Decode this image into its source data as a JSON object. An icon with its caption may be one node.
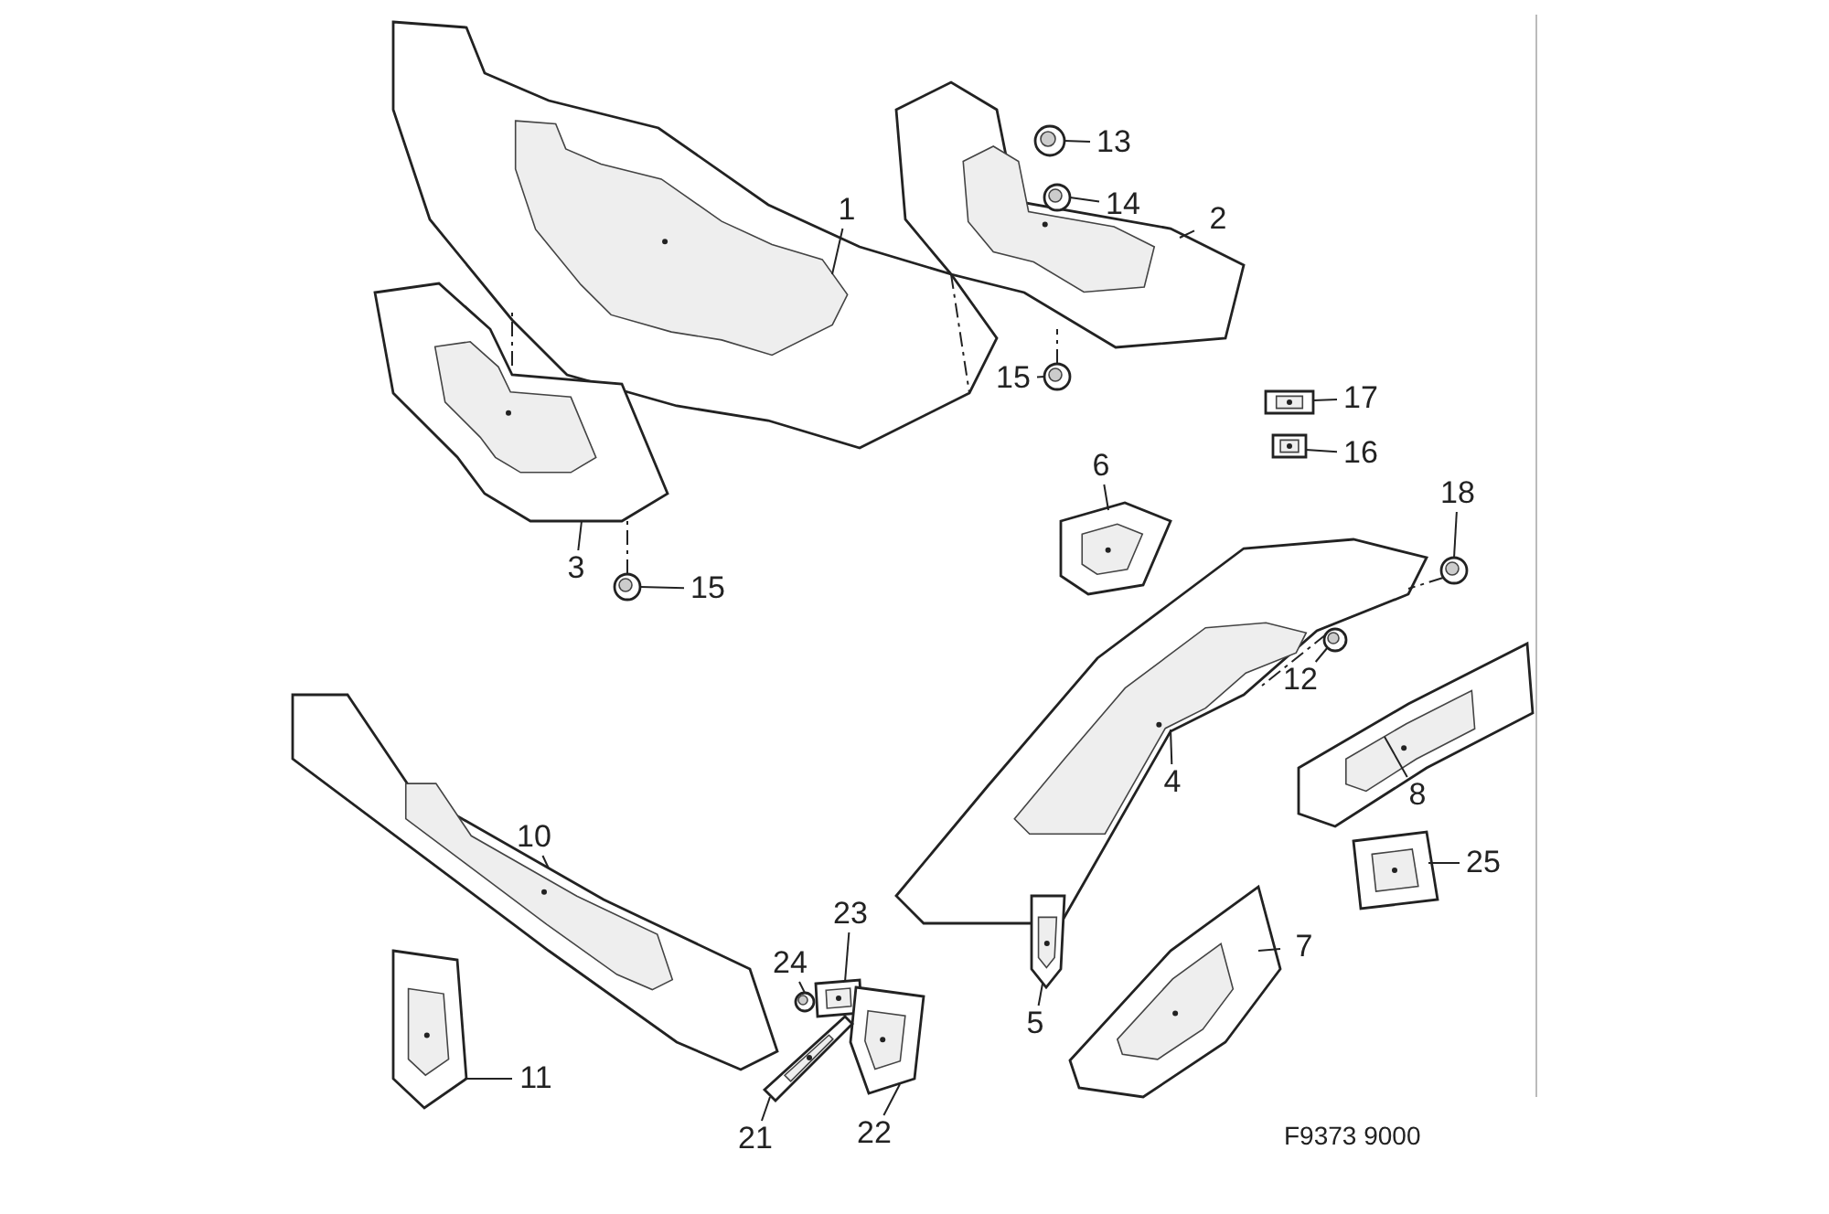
{
  "diagram": {
    "nodes": [
      {
        "text": [
          "1"
        ]
      },
      {
        "text": [],
        "shape": "picture"
      },
      {
        "text": [
          "13"
        ]
      },
      {
        "text": [],
        "shape": "picture"
      },
      {
        "text": [
          "2"
        ]
      },
      {
        "text": [],
        "shape": "picture"
      },
      {
        "text": [
          "14"
        ]
      },
      {
        "text": [],
        "shape": "picture"
      },
      {
        "text": [
          "15"
        ]
      },
      {
        "text": [],
        "shape": "picture"
      },
      {
        "text": [
          "17"
        ]
      },
      {
        "text": [],
        "shape": "picture"
      },
      {
        "text": [
          "16"
        ]
      },
      {
        "text": [],
        "shape": "picture"
      },
      {
        "text": [
          "6"
        ]
      },
      {
        "text": [],
        "shape": "picture"
      },
      {
        "text": [
          "18"
        ]
      },
      {
        "text": [],
        "shape": "picture"
      },
      {
        "text": [
          "3"
        ]
      },
      {
        "text": [],
        "shape": "picture"
      },
      {
        "text": [
          "15"
        ]
      },
      {
        "text": [],
        "shape": "picture"
      },
      {
        "text": [
          "12"
        ]
      },
      {
        "text": [],
        "shape": "picture"
      },
      {
        "text": [
          "4"
        ]
      },
      {
        "text": [],
        "shape": "picture"
      },
      {
        "text": [
          "10"
        ]
      },
      {
        "text": [],
        "shape": "picture"
      },
      {
        "text": [
          "8"
        ]
      },
      {
        "text": [],
        "shape": "picture"
      },
      {
        "text": [
          "25"
        ]
      },
      {
        "text": [],
        "shape": "picture"
      },
      {
        "text": [
          "23"
        ]
      },
      {
        "text": [],
        "shape": "picture"
      },
      {
        "text": [
          "24"
        ]
      },
      {
        "text": [],
        "shape": "picture"
      },
      {
        "text": [
          "7"
        ]
      },
      {
        "text": [],
        "shape": "picture"
      },
      {
        "text": [
          "5"
        ]
      },
      {
        "text": [],
        "shape": "picture"
      },
      {
        "text": [
          "11"
        ]
      },
      {
        "text": [],
        "shape": "picture"
      },
      {
        "text": [
          "22"
        ]
      },
      {
        "text": [],
        "shape": "picture"
      },
      {
        "text": [
          "21"
        ]
      },
      {
        "text": [],
        "shape": "picture"
      }
    ],
    "edges": [
      {
        "from": 0,
        "to": 1,
        "arrow": "none"
      },
      {
        "from": 2,
        "to": 3,
        "arrow": "none"
      },
      {
        "from": 4,
        "to": 5,
        "arrow": "none"
      },
      {
        "from": 6,
        "to": 7,
        "arrow": "none"
      },
      {
        "from": 8,
        "to": 9,
        "arrow": "none"
      },
      {
        "from": 10,
        "to": 11,
        "arrow": "none"
      },
      {
        "from": 12,
        "to": 13,
        "arrow": "none"
      },
      {
        "from": 14,
        "to": 15,
        "arrow": "none"
      },
      {
        "from": 16,
        "to": 17,
        "arrow": "none"
      },
      {
        "from": 18,
        "to": 19,
        "arrow": "none"
      },
      {
        "from": 20,
        "to": 21,
        "arrow": "none"
      },
      {
        "from": 22,
        "to": 23,
        "arrow": "none"
      },
      {
        "from": 24,
        "to": 25,
        "arrow": "none"
      },
      {
        "from": 26,
        "to": 27,
        "arrow": "none"
      },
      {
        "from": 28,
        "to": 29,
        "arrow": "none"
      },
      {
        "from": 30,
        "to": 31,
        "arrow": "none"
      },
      {
        "from": 32,
        "to": 33,
        "arrow": "none"
      },
      {
        "from": 34,
        "to": 35,
        "arrow": "none"
      },
      {
        "from": 36,
        "to": 37,
        "arrow": "none"
      },
      {
        "from": 38,
        "to": 39,
        "arrow": "none"
      },
      {
        "from": 40,
        "to": 41,
        "arrow": "none"
      },
      {
        "from": 42,
        "to": 43,
        "arrow": "none"
      },
      {
        "from": 44,
        "to": 45,
        "arrow": "none"
      },
      {
        "from": 19,
        "to": 1,
        "arrow": "none",
        "style": "dashed"
      },
      {
        "from": 5,
        "to": 1,
        "arrow": "none",
        "style": "dashed"
      },
      {
        "from": 9,
        "to": 5,
        "arrow": "none",
        "style": "dashed"
      },
      {
        "from": 21,
        "to": 19,
        "arrow": "none",
        "style": "dashed"
      },
      {
        "from": 23,
        "to": 25,
        "arrow": "none",
        "style": "dashed"
      },
      {
        "from": 17,
        "to": 25,
        "arrow": "none",
        "style": "dashed"
      }
    ],
    "labels": [
      "F9373 9000"
    ]
  }
}
